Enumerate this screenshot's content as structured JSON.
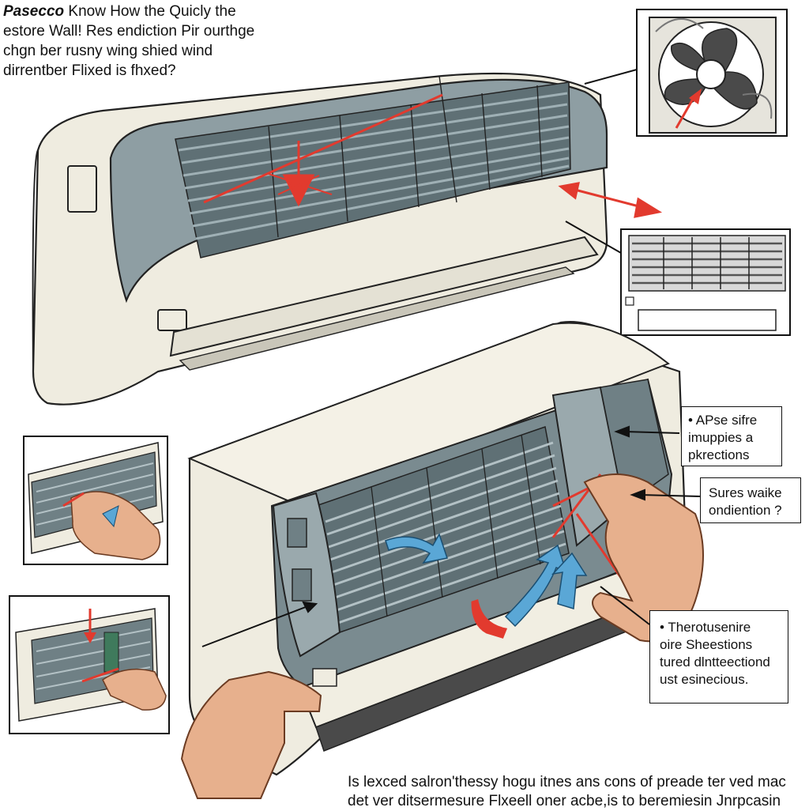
{
  "title": {
    "brand": "Pasecco",
    "line1_rest": " Know How the Quicly the",
    "line2": "estore Wall! Res endiction Pir ourthge",
    "line3": "chgn ber rusny wing shied wind",
    "line4": "dirrentber Flixed is fhxed?"
  },
  "callouts": {
    "c1": [
      "• APse sifre",
      "imuppies a",
      "pkrections"
    ],
    "c2": [
      "Sures waike",
      "ondiention ?"
    ],
    "c3": [
      "• Therotusenire",
      "oire Sheestions",
      "tured dlntteectiond",
      "ust esinecious."
    ]
  },
  "caption": {
    "line1": "Is lexced salron'thessy hogu itnes  ans cons of preade ter ved mac",
    "line2": "det ver ditsermesure Flxeell oner acbe,is to beremiesin Jnrpcasin"
  },
  "colors": {
    "panel": "#8e9ea3",
    "panel_dark": "#6f8085",
    "body": "#efece0",
    "accent_red": "#e23a2e",
    "accent_blue": "#5aa7d6"
  }
}
